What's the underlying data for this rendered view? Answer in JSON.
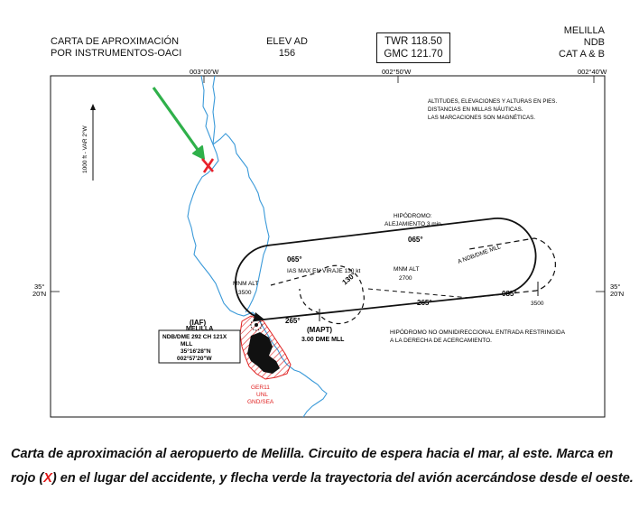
{
  "header": {
    "title_line1": "CARTA DE APROXIMACIÓN",
    "title_line2": "POR INSTRUMENTOS-OACI",
    "elev_label": "ELEV AD",
    "elev_value": "156",
    "twr": "TWR  118.50",
    "gmc": "GMC 121.70",
    "airport": "MELILLA",
    "approach_type": "NDB",
    "category": "CAT A & B"
  },
  "grid": {
    "lon_left": "003°00'W",
    "lon_right": "002°50'W",
    "lon_far_right": "002°40'W",
    "lat_left_1": "35°",
    "lat_left_2": "20'N",
    "lat_right_1": "35°",
    "lat_right_2": "20'N",
    "scale": "1000 ft - VAR 2°W"
  },
  "notes": {
    "units_1": "ALTITUDES, ELEVACIONES Y ALTURAS EN PIES.",
    "units_2": "DISTANCIAS EN MILLAS NÁUTICAS.",
    "units_3": "LAS MARCACIONES SON MAGNÉTICAS.",
    "holding_1": "HIPÓDROMO:",
    "holding_2": "ALEJAMIENTO 3 min.",
    "non_omni_1": "HIPÓDROMO NO OMNIDIRECCIONAL ENTRADA RESTRINGIDA",
    "non_omni_2": "A LA DERECHA DE ACERCAMIENTO."
  },
  "procedure": {
    "hdg_065_top": "065°",
    "hdg_065_left": "065°",
    "hdg_265": "265°",
    "hdg_265_low": "265°",
    "hdg_085": "085°",
    "hdg_130": "130°",
    "ias_note": "IAS MAX EN VIRAJE 130 kt",
    "mnm_left_1": "MNM ALT",
    "mnm_left_2": "3500",
    "mnm_center_1": "MNM ALT",
    "mnm_center_2": "2700",
    "dme_arrow": "A NDB/DME MLL",
    "alt_3500": "3500",
    "mapt_1": "(MAPT)",
    "mapt_2": "3.00 DME MLL"
  },
  "iaf": {
    "title": "(IAF)",
    "name": "MELILLA",
    "freq": "NDB/DME 292 CH 121X",
    "ident": "MLL",
    "lat": "35°16'28\"N",
    "lon": "002°57'20\"W"
  },
  "zone": {
    "name": "GER11",
    "limit": "UNL",
    "floor": "GND/SEA"
  },
  "markers": {
    "accident_mark": "X",
    "accident_color": "#e8202a",
    "path_color": "#2fb04a",
    "coast_color": "#3b9ad9",
    "zone_color": "#e02020"
  },
  "caption": {
    "part1": "Carta de aproximación al aeropuerto de Melilla. Circuito de espera hacia el mar, al este. Marca en rojo (",
    "x": "X",
    "part2": ") en el lugar del accidente, y flecha verde la trayectoria del avión acercándose desde el oeste."
  }
}
